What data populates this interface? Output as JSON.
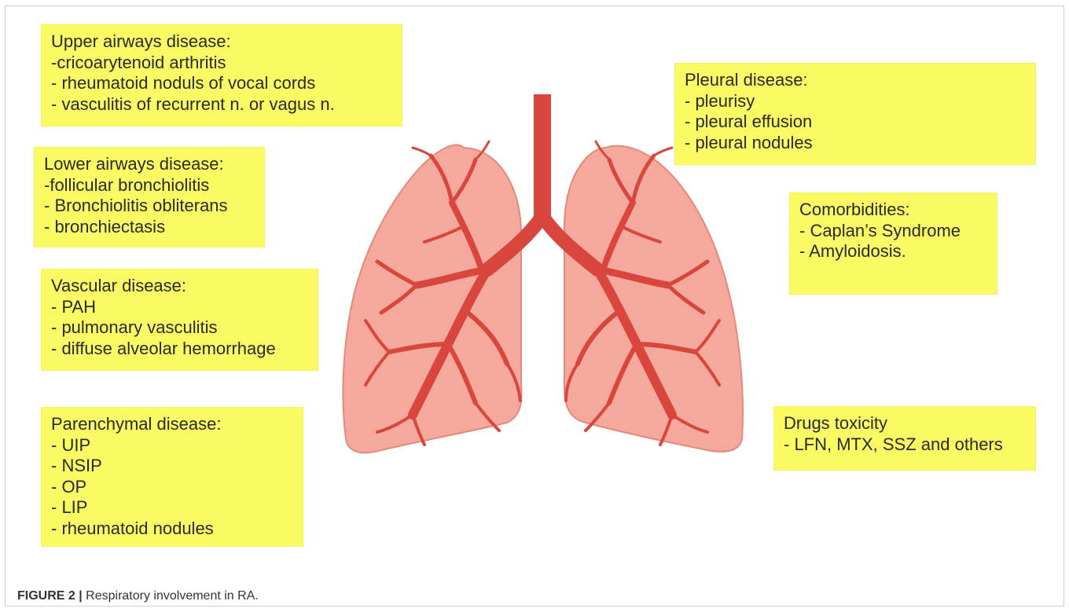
{
  "boxes": {
    "upper": {
      "title": "Upper airways disease:",
      "items": [
        "-cricoarytenoid arthritis",
        "- rheumatoid noduls of vocal cords",
        "- vasculitis of recurrent n. or vagus n."
      ]
    },
    "lower": {
      "title": "Lower airways disease:",
      "items": [
        "-follicular bronchiolitis",
        "- Bronchiolitis obliterans",
        "- bronchiectasis"
      ]
    },
    "vascular": {
      "title": "Vascular disease:",
      "items": [
        "- PAH",
        "- pulmonary vasculitis",
        "- diffuse alveolar hemorrhage"
      ]
    },
    "parenchymal": {
      "title": "Parenchymal disease:",
      "items": [
        "- UIP",
        "- NSIP",
        "- OP",
        "- LIP",
        "- rheumatoid nodules"
      ]
    },
    "pleural": {
      "title": "Pleural disease:",
      "items": [
        "- pleurisy",
        "- pleural effusion",
        "- pleural nodules"
      ]
    },
    "comorb": {
      "title": "Comorbidities:",
      "items": [
        "- Caplan’s Syndrome",
        "- Amyloidosis."
      ]
    },
    "drugs": {
      "title": "Drugs toxicity",
      "items": [
        "- LFN, MTX, SSZ and others"
      ]
    }
  },
  "caption": {
    "label": "FIGURE 2 |",
    "text": " Respiratory involvement in RA."
  },
  "colors": {
    "box_fill": "#fafa64",
    "lung_fill": "#f4a99c",
    "lung_outline": "#e5897b",
    "airway": "#d9463d"
  }
}
